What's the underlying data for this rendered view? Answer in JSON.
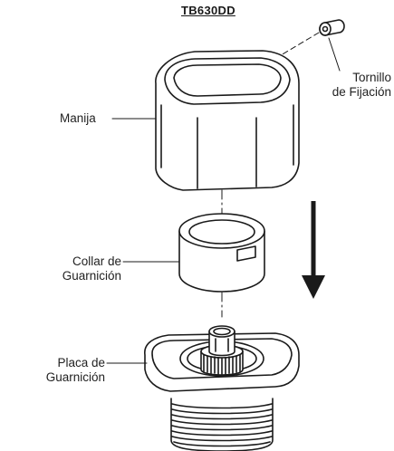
{
  "title": "TB630DD",
  "labels": {
    "set_screw": [
      "Tornillo",
      "de Fijación"
    ],
    "handle": [
      "Manija"
    ],
    "collar": [
      "Collar de",
      "Guarnición"
    ],
    "plate": [
      "Placa de",
      "Guarnición"
    ]
  }
}
